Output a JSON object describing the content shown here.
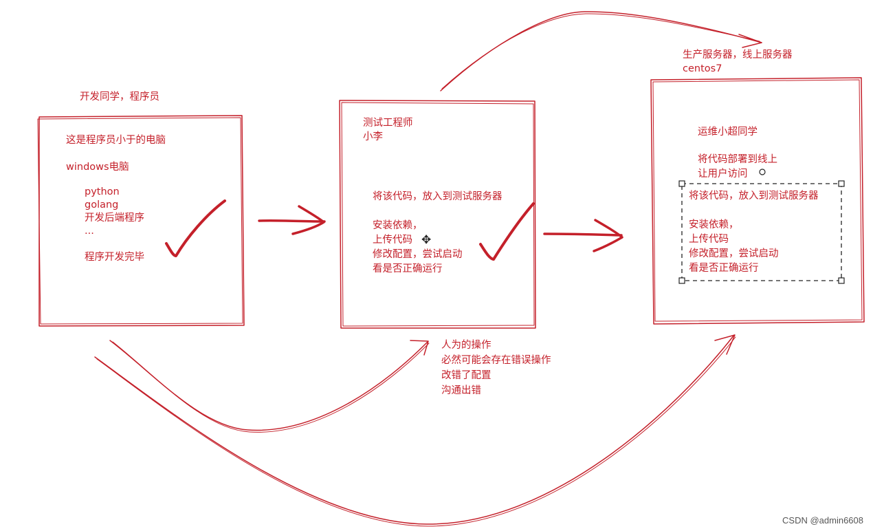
{
  "colors": {
    "ink": "#c4202a",
    "selection": "#222222",
    "watermark": "#555555"
  },
  "left": {
    "caption": "开发同学，程序员",
    "lines": [
      "这是程序员小于的电脑",
      "windows电脑"
    ],
    "list": [
      "python",
      "golang",
      "开发后端程序",
      "..."
    ],
    "done": "程序开发完毕"
  },
  "middle": {
    "role": [
      "测试工程师",
      "小李"
    ],
    "step_title": "将该代码，放入到测试服务器",
    "steps": [
      "安装依赖，",
      "上传代码",
      "修改配置，尝试启动",
      "看是否正确运行"
    ],
    "cursor_icon": "move-icon"
  },
  "note": {
    "lines": [
      "人为的操作",
      "必然可能会存在错误操作",
      "改错了配置",
      "沟通出错"
    ]
  },
  "right": {
    "caption": [
      "生产服务器，线上服务器",
      "centos7"
    ],
    "role": "运维小超同学",
    "duty": [
      "将代码部署到线上",
      "让用户访问"
    ],
    "step_title": "将该代码，放入到测试服务器",
    "steps": [
      "安装依赖，",
      "上传代码",
      "修改配置，尝试启动",
      "看是否正确运行"
    ]
  },
  "watermark": "CSDN @admin6608"
}
